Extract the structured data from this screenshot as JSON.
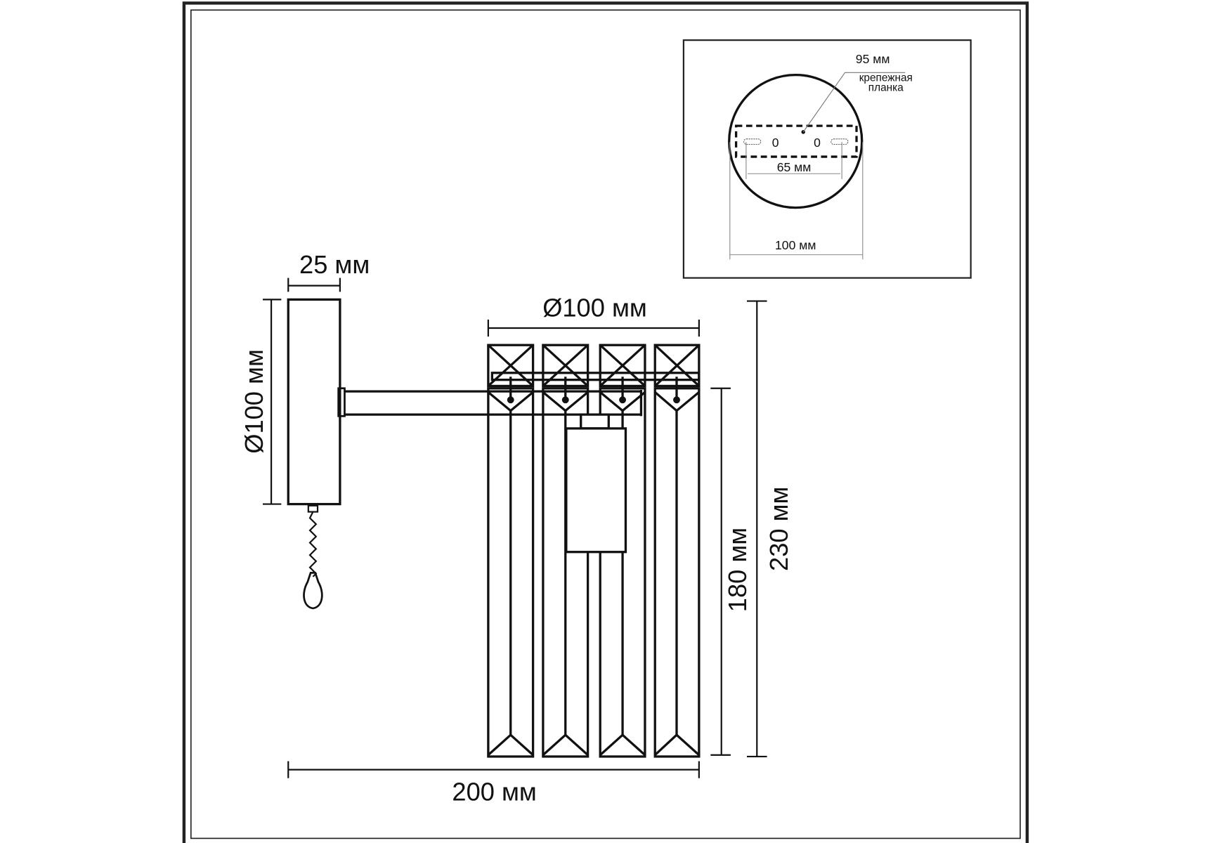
{
  "colors": {
    "line": "#111111",
    "thin_line": "#777777",
    "background": "#ffffff"
  },
  "main_view": {
    "plate_width_label": "25 мм",
    "plate_diameter_label": "Ø100 мм",
    "shade_diameter_label": "Ø100 мм",
    "crystal_height_label": "180 мм",
    "total_height_label": "230 мм",
    "total_depth_label": "200 мм"
  },
  "mount_view": {
    "bracket_length_label": "95 мм",
    "bracket_name_line1": "крепежная",
    "bracket_name_line2": "планка",
    "hole_spacing_label": "65 мм",
    "base_diameter_label": "100 мм",
    "hole_marks": [
      "0",
      "0"
    ]
  }
}
